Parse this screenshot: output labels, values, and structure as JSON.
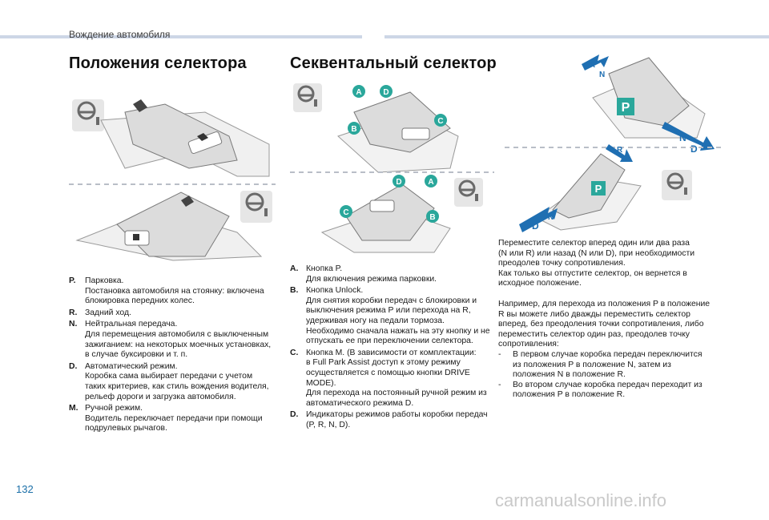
{
  "header": {
    "section": "Вождение автомобиля"
  },
  "page_number": "132",
  "watermark": "carmanualsonline.info",
  "left": {
    "title": "Положения селектора",
    "items": [
      {
        "key": "P.",
        "lines": [
          "Парковка.",
          "Постановка автомобиля на стоянку: включена",
          "блокировка передних колес."
        ]
      },
      {
        "key": "R.",
        "lines": [
          "Задний ход."
        ]
      },
      {
        "key": "N.",
        "lines": [
          "Нейтральная передача.",
          "Для перемещения автомобиля с выключенным",
          "зажиганием: на некоторых моечных установках,",
          "в случае буксировки и т. п."
        ]
      },
      {
        "key": "D.",
        "lines": [
          "Автоматический режим.",
          "Коробка сама выбирает передачи с учетом",
          "таких критериев, как стиль вождения водителя,",
          "рельеф дороги и загрузка автомобиля."
        ]
      },
      {
        "key": "M.",
        "lines": [
          "Ручной режим.",
          "Водитель переключает передачи при помощи",
          "подрулевых рычагов."
        ]
      }
    ]
  },
  "middle": {
    "title": "Секвентальный селектор",
    "callouts_top": [
      "A",
      "D",
      "B",
      "C"
    ],
    "callouts_bottom": [
      "D",
      "A",
      "C",
      "B"
    ],
    "items": [
      {
        "key": "A.",
        "lines": [
          "Кнопка P.",
          "Для включения режима парковки."
        ]
      },
      {
        "key": "B.",
        "lines": [
          "Кнопка Unlock.",
          "Для снятия коробки передач с блокировки и",
          "выключения режима P или перехода на R,",
          "удерживая ногу на педали тормоза.",
          "Необходимо сначала нажать на эту кнопку и не",
          "отпускать ее при переключении селектора."
        ]
      },
      {
        "key": "C.",
        "lines": [
          "Кнопка M. (В зависимости от комплектации:",
          "в Full Park Assist доступ к этому режиму",
          "осуществляется с помощью кнопки DRIVE",
          "MODE).",
          "Для перехода на постоянный ручной режим из",
          "автоматического режима D."
        ]
      },
      {
        "key": "D.",
        "lines": [
          "Индикаторы режимов работы коробки передач",
          "(P, R, N, D)."
        ]
      }
    ]
  },
  "right": {
    "diagram_labels": {
      "top": [
        "R",
        "N",
        "P",
        "N",
        "D"
      ],
      "bottom": [
        "R",
        "P",
        "N",
        "D"
      ]
    },
    "para1": [
      "Переместите селектор вперед один или два раза",
      "(N или R) или назад (N или D), при необходимости",
      "преодолев точку сопротивления.",
      "Как только вы отпустите селектор, он вернется в",
      "исходное положение."
    ],
    "para2": [
      "Например, для перехода из положения P в положение",
      "R вы можете либо дважды переместить селектор",
      "вперед, без преодоления точки сопротивления, либо",
      "переместить селектор один раз, преодолев точку",
      "сопротивления:"
    ],
    "bullets": [
      [
        "В первом случае коробка передач переключится",
        "из положения P в положение N, затем из",
        "положения N в положение R."
      ],
      [
        "Во втором случае коробка передач переходит из",
        "положения P в положение R."
      ]
    ]
  },
  "colors": {
    "accent": "#2aa79b",
    "arrow": "#1f6fb2",
    "bar": "#cdd6e6"
  }
}
